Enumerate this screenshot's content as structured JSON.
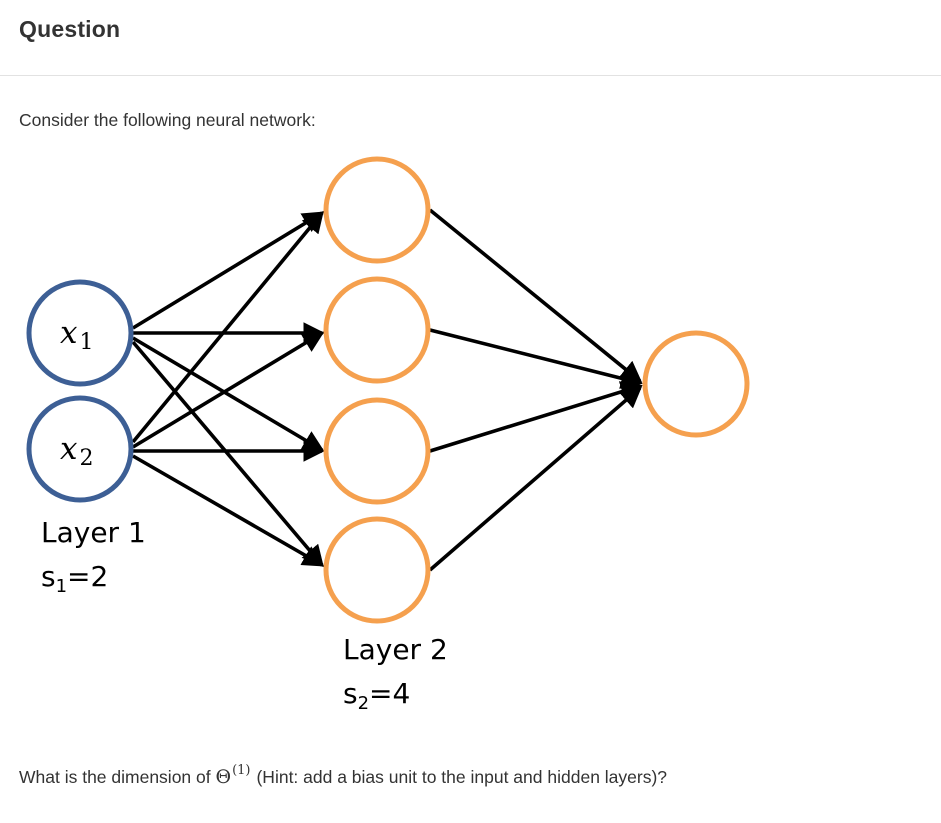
{
  "header": {
    "title": "Question"
  },
  "intro": {
    "text": "Consider the following neural network:"
  },
  "diagram": {
    "input_nodes": [
      {
        "var": "x",
        "sub": "1"
      },
      {
        "var": "x",
        "sub": "2"
      }
    ],
    "layer1": {
      "label": "Layer 1",
      "size_var": "s",
      "size_sub": "1",
      "size_value": "=2"
    },
    "layer2": {
      "label": "Layer 2",
      "size_var": "s",
      "size_sub": "2",
      "size_value": "=4"
    },
    "hidden_node_count": 4,
    "output_node_count": 1,
    "colors": {
      "input_node": "#3d5f95",
      "hidden_node": "#f5a04e",
      "output_node": "#f5a04e",
      "edge": "#000000"
    }
  },
  "question": {
    "prefix": "What is the dimension of ",
    "theta_symbol": "Θ",
    "theta_superscript": "(1)",
    "suffix": "(Hint: add a bias unit to the input and hidden layers)?"
  }
}
